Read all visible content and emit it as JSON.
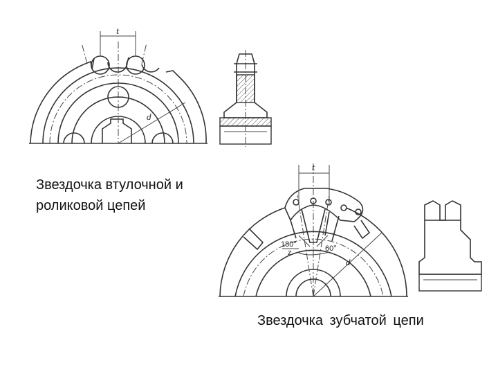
{
  "captions": {
    "roller_sprocket": "Звездочка втулочной и роликовой цепей",
    "toothed_sprocket": "Звездочка зубчатой цепи"
  },
  "drawing_labels": {
    "pitch_top": "t",
    "diameter_top": "d",
    "pitch_bottom": "t",
    "diameter_bottom": "d",
    "angle_180": "180°",
    "angle_180_denominator": "z",
    "angle_60": "60°"
  },
  "colors": {
    "line": "#333333",
    "text": "#111111",
    "hatch": "#555555"
  }
}
